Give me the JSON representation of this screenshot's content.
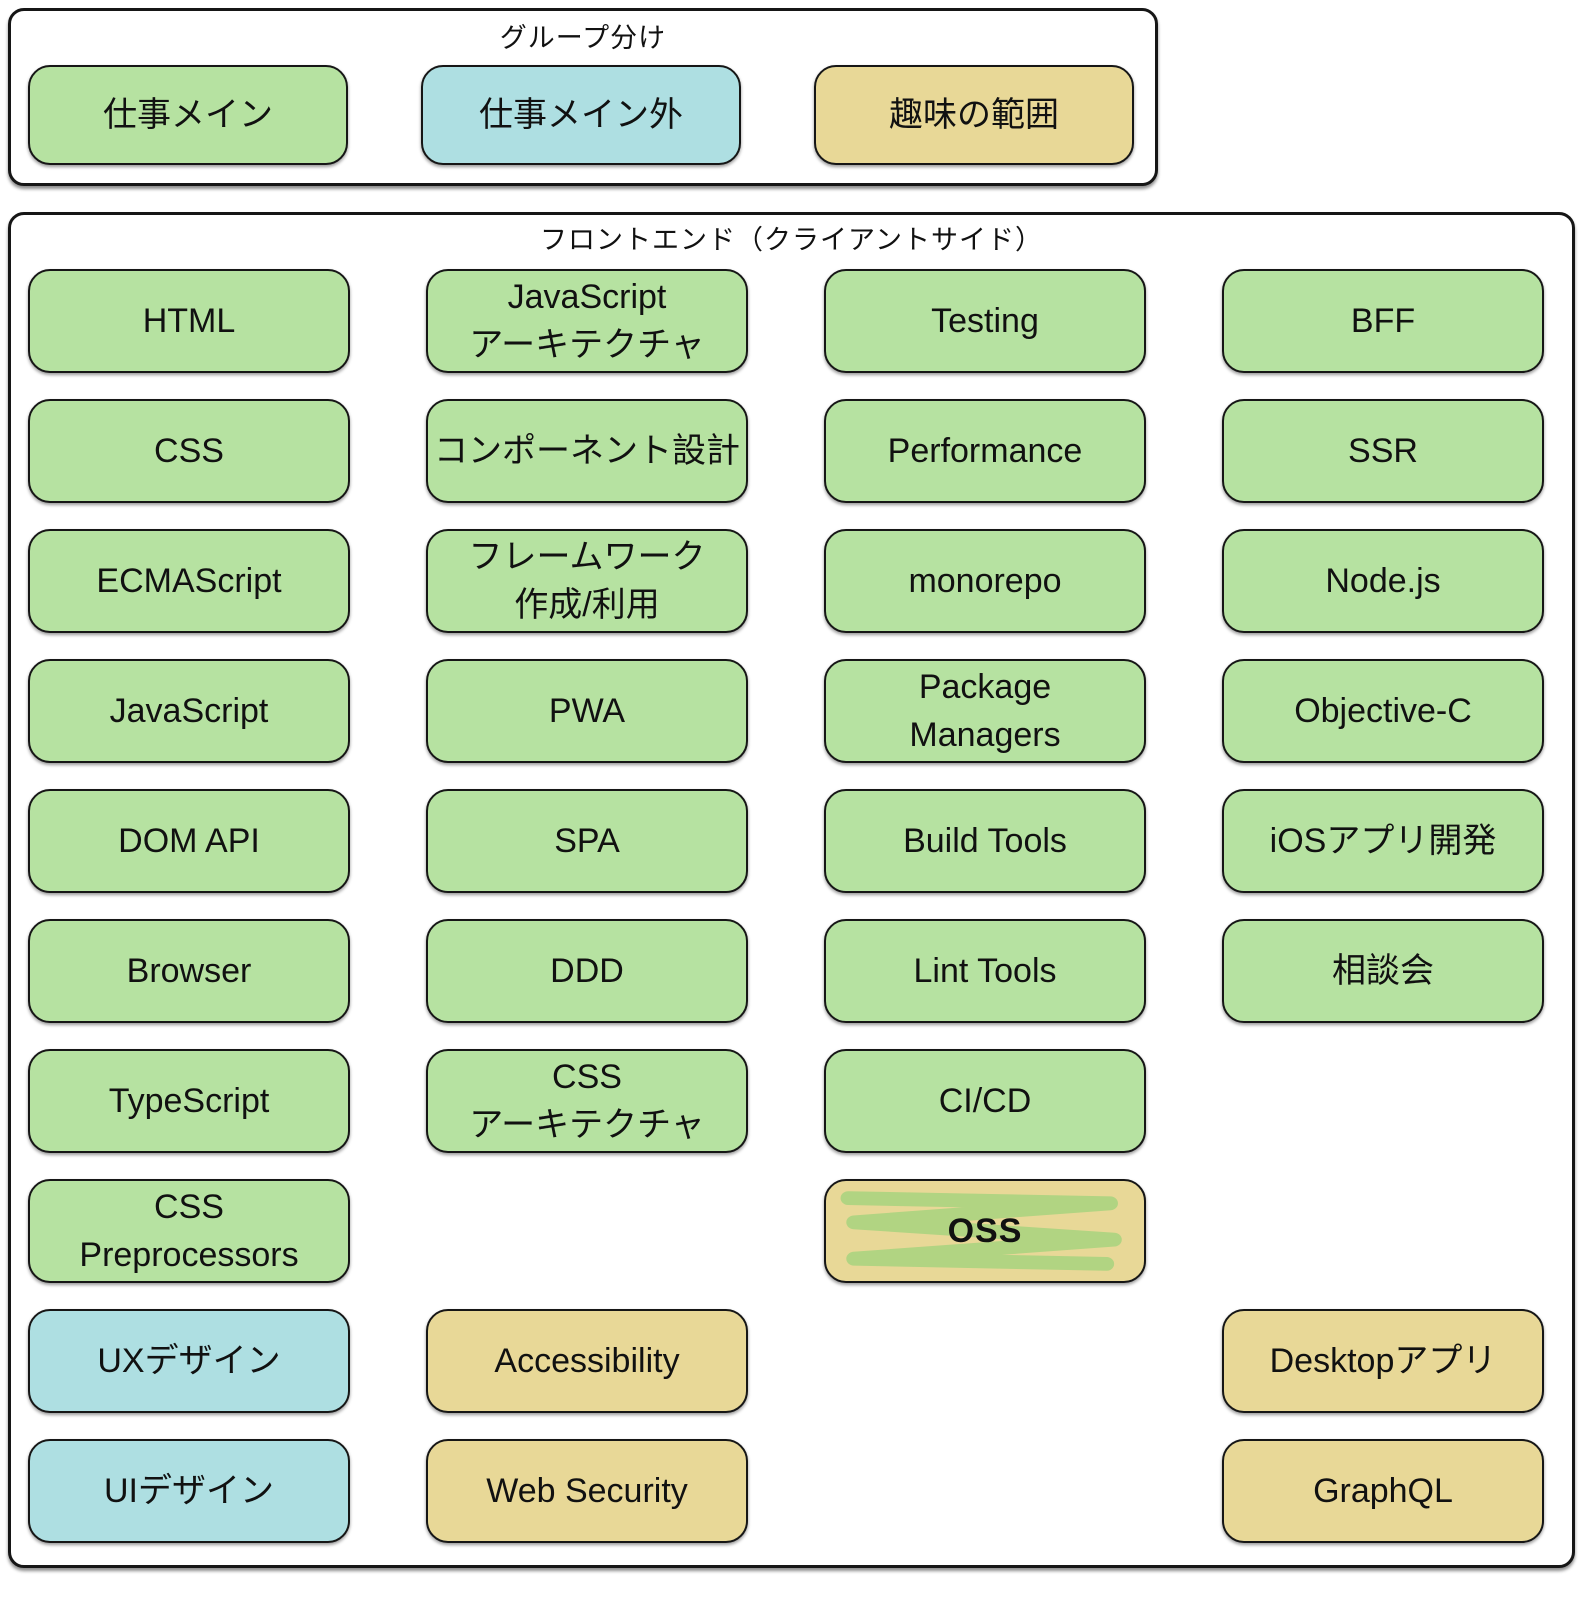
{
  "legend": {
    "title": "グループ分け",
    "items": [
      {
        "label": "仕事メイン",
        "color": "green"
      },
      {
        "label": "仕事メイン外",
        "color": "blue"
      },
      {
        "label": "趣味の範囲",
        "color": "tan"
      }
    ]
  },
  "board": {
    "title": "フロントエンド（クライアントサイド）",
    "cells": [
      {
        "col": 1,
        "row": 1,
        "label": "HTML",
        "color": "green"
      },
      {
        "col": 1,
        "row": 2,
        "label": "CSS",
        "color": "green"
      },
      {
        "col": 1,
        "row": 3,
        "label": "ECMAScript",
        "color": "green"
      },
      {
        "col": 1,
        "row": 4,
        "label": "JavaScript",
        "color": "green"
      },
      {
        "col": 1,
        "row": 5,
        "label": "DOM API",
        "color": "green"
      },
      {
        "col": 1,
        "row": 6,
        "label": "Browser",
        "color": "green"
      },
      {
        "col": 1,
        "row": 7,
        "label": "TypeScript",
        "color": "green"
      },
      {
        "col": 1,
        "row": 8,
        "label": "CSS\nPreprocessors",
        "color": "green"
      },
      {
        "col": 1,
        "row": 9,
        "label": "UXデザイン",
        "color": "blue"
      },
      {
        "col": 1,
        "row": 10,
        "label": "UIデザイン",
        "color": "blue"
      },
      {
        "col": 2,
        "row": 1,
        "label": "JavaScript\nアーキテクチャ",
        "color": "green"
      },
      {
        "col": 2,
        "row": 2,
        "label": "コンポーネント設計",
        "color": "green"
      },
      {
        "col": 2,
        "row": 3,
        "label": "フレームワーク\n作成/利用",
        "color": "green"
      },
      {
        "col": 2,
        "row": 4,
        "label": "PWA",
        "color": "green"
      },
      {
        "col": 2,
        "row": 5,
        "label": "SPA",
        "color": "green"
      },
      {
        "col": 2,
        "row": 6,
        "label": "DDD",
        "color": "green"
      },
      {
        "col": 2,
        "row": 7,
        "label": "CSS\nアーキテクチャ",
        "color": "green"
      },
      {
        "col": 2,
        "row": 9,
        "label": "Accessibility",
        "color": "tan"
      },
      {
        "col": 2,
        "row": 10,
        "label": "Web Security",
        "color": "tan"
      },
      {
        "col": 3,
        "row": 1,
        "label": "Testing",
        "color": "green"
      },
      {
        "col": 3,
        "row": 2,
        "label": "Performance",
        "color": "green"
      },
      {
        "col": 3,
        "row": 3,
        "label": "monorepo",
        "color": "green"
      },
      {
        "col": 3,
        "row": 4,
        "label": "Package\nManagers",
        "color": "green"
      },
      {
        "col": 3,
        "row": 5,
        "label": "Build Tools",
        "color": "green"
      },
      {
        "col": 3,
        "row": 6,
        "label": "Lint Tools",
        "color": "green"
      },
      {
        "col": 3,
        "row": 7,
        "label": "CI/CD",
        "color": "green"
      },
      {
        "col": 3,
        "row": 8,
        "label": "OSS",
        "color": "tan",
        "scribble": true,
        "bold": true
      },
      {
        "col": 4,
        "row": 1,
        "label": "BFF",
        "color": "green"
      },
      {
        "col": 4,
        "row": 2,
        "label": "SSR",
        "color": "green"
      },
      {
        "col": 4,
        "row": 3,
        "label": "Node.js",
        "color": "green"
      },
      {
        "col": 4,
        "row": 4,
        "label": "Objective-C",
        "color": "green"
      },
      {
        "col": 4,
        "row": 5,
        "label": "iOSアプリ開発",
        "color": "green"
      },
      {
        "col": 4,
        "row": 6,
        "label": "相談会",
        "color": "green"
      },
      {
        "col": 4,
        "row": 9,
        "label": "Desktopアプリ",
        "color": "tan"
      },
      {
        "col": 4,
        "row": 10,
        "label": "GraphQL",
        "color": "tan"
      }
    ]
  },
  "colors": {
    "green": "#b6e2a1",
    "blue": "#aedfe2",
    "tan": "#e8d897",
    "scribble": "#a3d37d"
  }
}
